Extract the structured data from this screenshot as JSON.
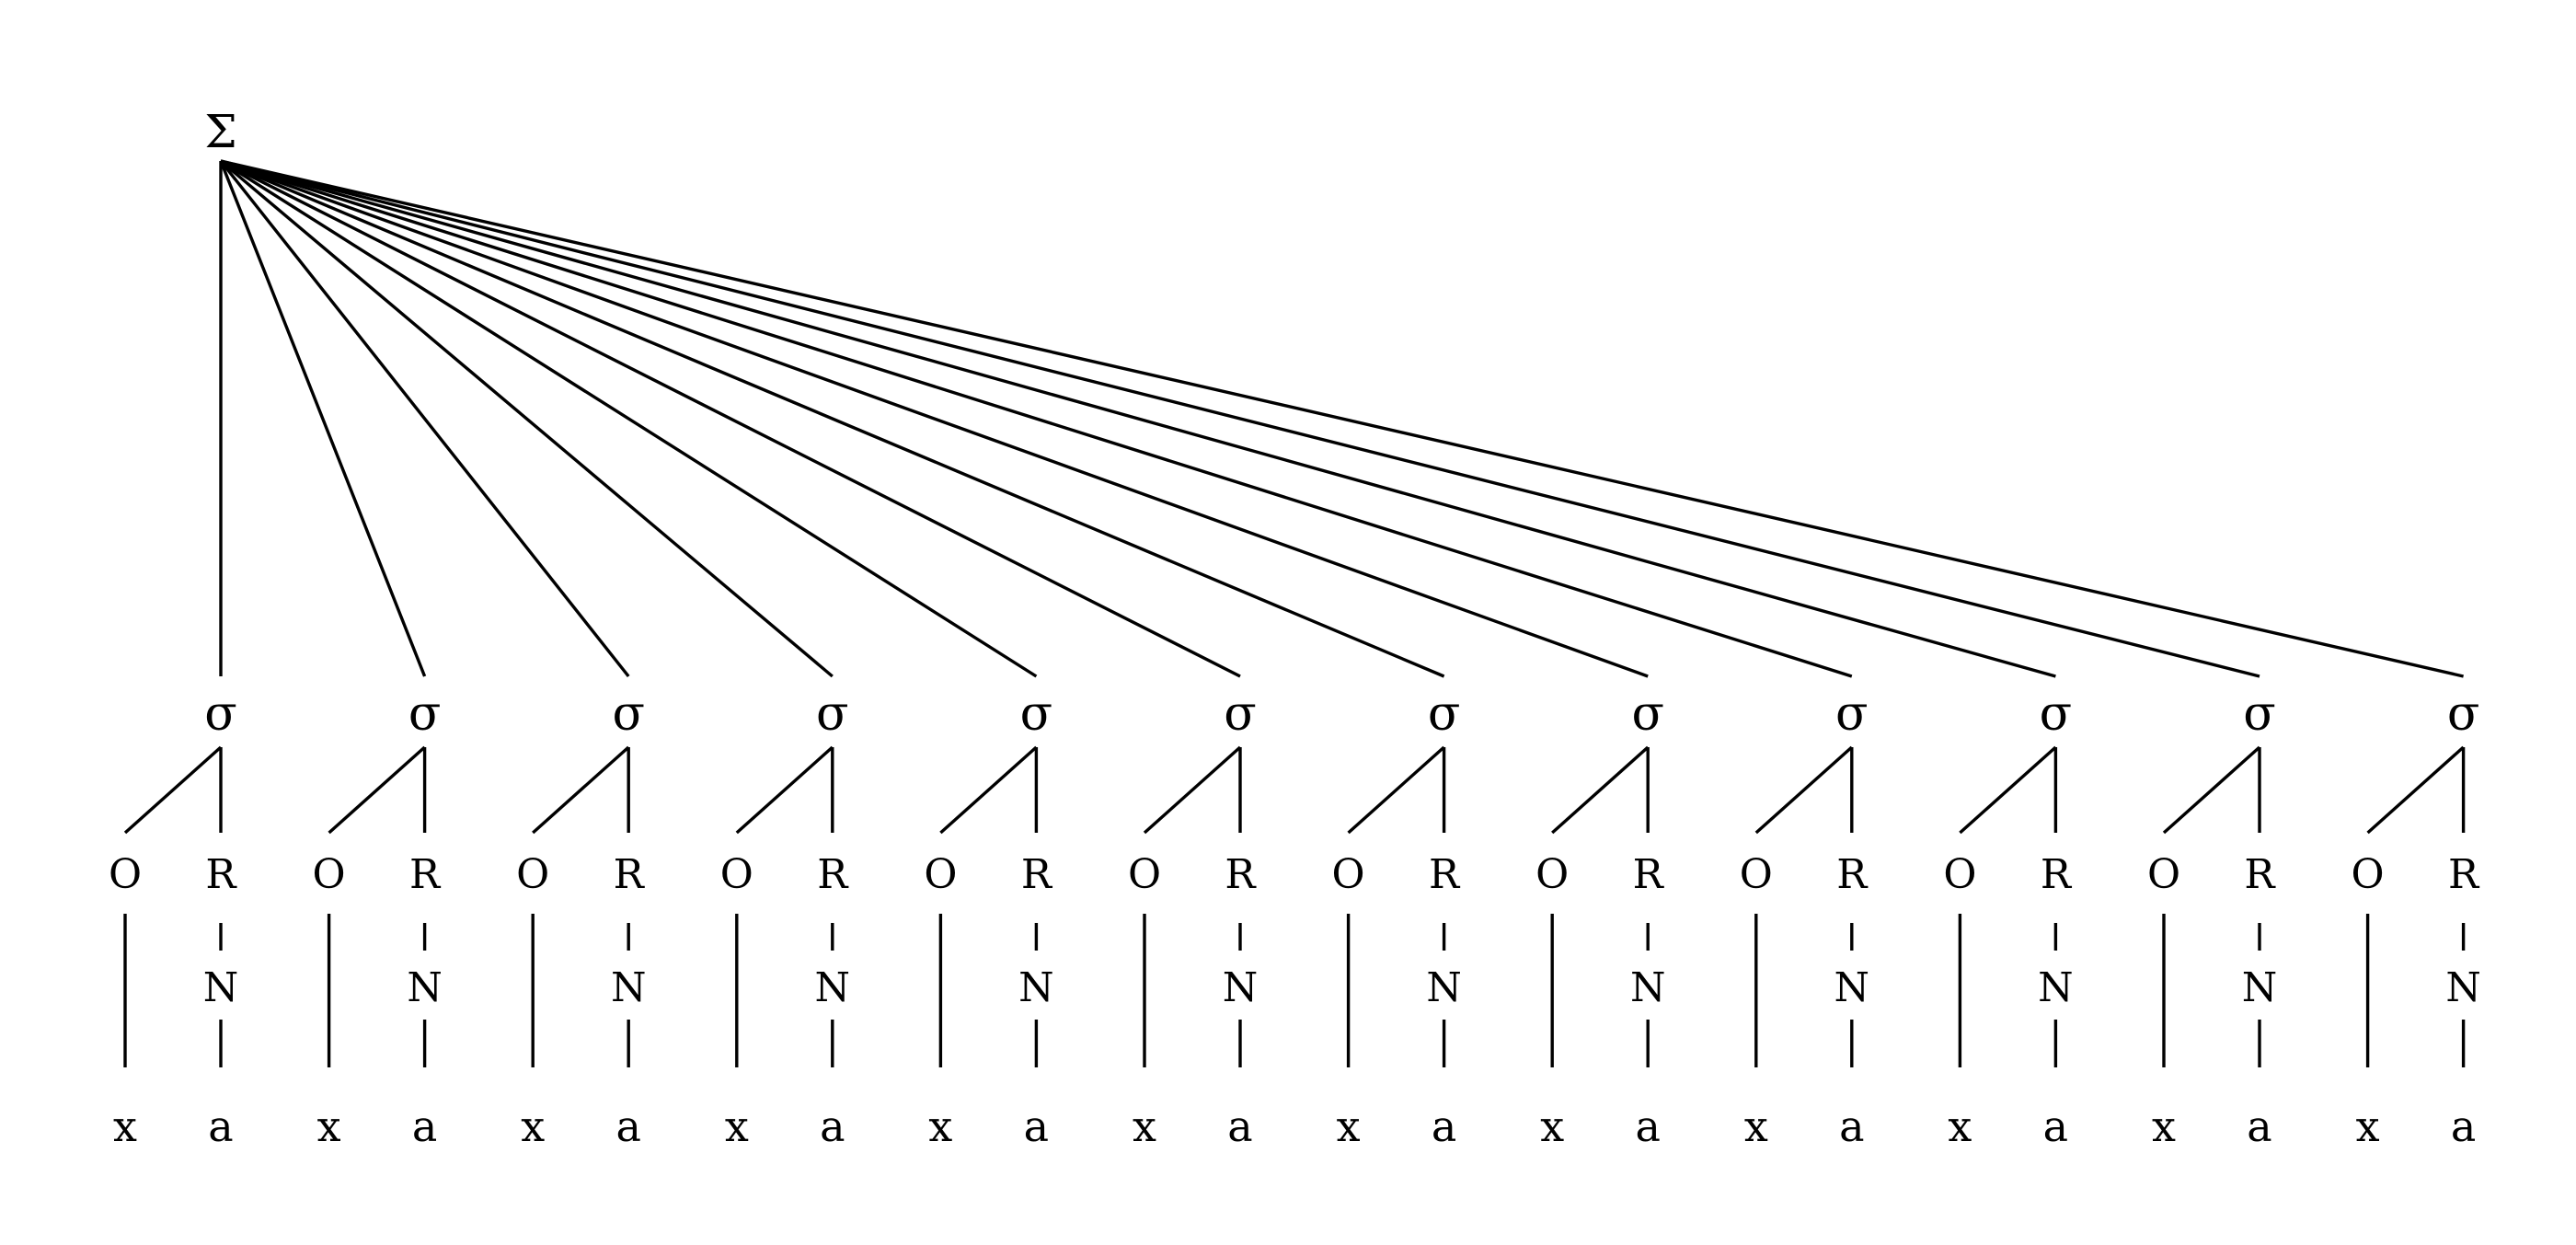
{
  "root": {
    "label": "Σ"
  },
  "syllables": [
    {
      "sigma": "σ",
      "onset": "O",
      "rhyme": "R",
      "nucleus": "N",
      "onset_segment": "x",
      "nucleus_segment": "a"
    },
    {
      "sigma": "σ",
      "onset": "O",
      "rhyme": "R",
      "nucleus": "N",
      "onset_segment": "x",
      "nucleus_segment": "a"
    },
    {
      "sigma": "σ",
      "onset": "O",
      "rhyme": "R",
      "nucleus": "N",
      "onset_segment": "x",
      "nucleus_segment": "a"
    },
    {
      "sigma": "σ",
      "onset": "O",
      "rhyme": "R",
      "nucleus": "N",
      "onset_segment": "x",
      "nucleus_segment": "a"
    },
    {
      "sigma": "σ",
      "onset": "O",
      "rhyme": "R",
      "nucleus": "N",
      "onset_segment": "x",
      "nucleus_segment": "a"
    },
    {
      "sigma": "σ",
      "onset": "O",
      "rhyme": "R",
      "nucleus": "N",
      "onset_segment": "x",
      "nucleus_segment": "a"
    },
    {
      "sigma": "σ",
      "onset": "O",
      "rhyme": "R",
      "nucleus": "N",
      "onset_segment": "x",
      "nucleus_segment": "a"
    },
    {
      "sigma": "σ",
      "onset": "O",
      "rhyme": "R",
      "nucleus": "N",
      "onset_segment": "x",
      "nucleus_segment": "a"
    },
    {
      "sigma": "σ",
      "onset": "O",
      "rhyme": "R",
      "nucleus": "N",
      "onset_segment": "x",
      "nucleus_segment": "a"
    },
    {
      "sigma": "σ",
      "onset": "O",
      "rhyme": "R",
      "nucleus": "N",
      "onset_segment": "x",
      "nucleus_segment": "a"
    },
    {
      "sigma": "σ",
      "onset": "O",
      "rhyme": "R",
      "nucleus": "N",
      "onset_segment": "x",
      "nucleus_segment": "a"
    },
    {
      "sigma": "σ",
      "onset": "O",
      "rhyme": "R",
      "nucleus": "N",
      "onset_segment": "x",
      "nucleus_segment": "a"
    }
  ]
}
